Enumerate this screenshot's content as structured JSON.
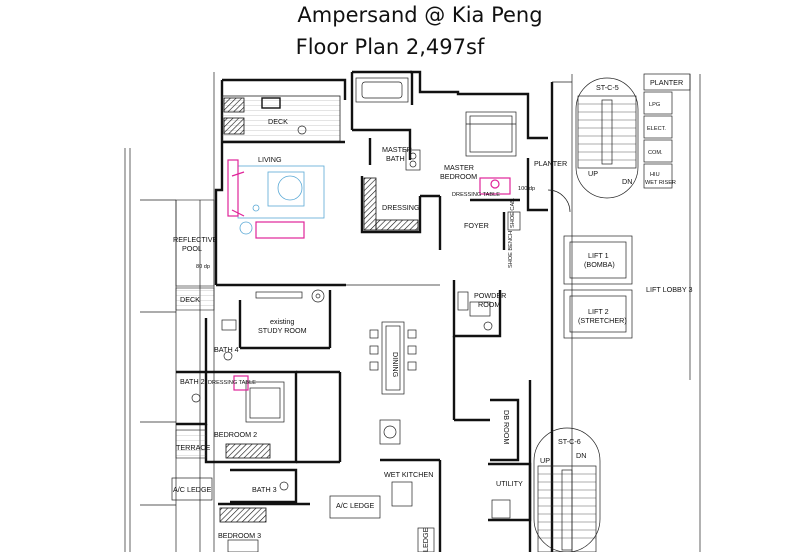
{
  "header": {
    "title": "Ampersand @ Kia Peng",
    "subtitle": "Floor Plan 2,497sf"
  },
  "rooms": {
    "deck_top": "DECK",
    "living": "LIVING",
    "master_bath_1": "MASTER",
    "master_bath_2": "BATH",
    "master_bedroom_1": "MASTER",
    "master_bedroom_2": "BEDROOM",
    "dressing": "DRESSING",
    "planter_mid": "PLANTER",
    "foyer": "FOYER",
    "reflective_pool_1": "REFLECTIVE",
    "reflective_pool_2": "POOL",
    "deck_left": "DECK",
    "study_1": "existing",
    "study_2": "STUDY ROOM",
    "powder_1": "POWDER",
    "powder_2": "ROOM",
    "bath4": "BATH 4",
    "bath2": "BATH 2",
    "dining": "DINING",
    "bedroom2": "BEDROOM  2",
    "terrace": "TERRACE",
    "ac_ledge_left": "A/C LEDGE",
    "bath3": "BATH 3",
    "wet_kitchen": "WET KITCHEN",
    "ac_ledge_bottom": "A/C LEDGE",
    "bedroom3": "BEDROOM 3",
    "db_room": "DB ROOM",
    "utility": "UTILITY",
    "ledge_partial": "LEDGE",
    "lift_lobby": "LIFT LOBBY 3"
  },
  "core": {
    "stair_top": "ST-C-5",
    "stair_bottom": "ST-C-6",
    "planter_top": "PLANTER",
    "lpg": "LPG",
    "elect": "ELECT.",
    "com": "COM.",
    "hiu_1": "HIU",
    "hiu_2": "WET RISER",
    "up": "UP",
    "dn": "DN",
    "lift1_1": "LIFT 1",
    "lift1_2": "(BOMBA)",
    "lift2_1": "LIFT 2",
    "lift2_2": "(STRETCHER)"
  },
  "small_labels": {
    "dressing_table": "DRESSING TABLE",
    "shoe_cabinet": "SHOE CAB.",
    "shoe_bench": "SHOE BENCH",
    "dressing_table_2": "DRESSING TABLE",
    "dim_100": "100 dp",
    "dim_80": "80 dp"
  }
}
